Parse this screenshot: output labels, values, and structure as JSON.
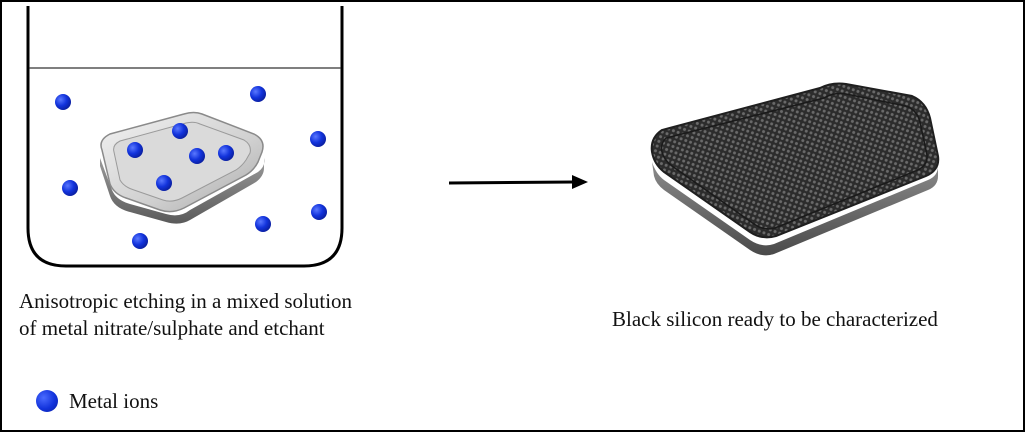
{
  "captions": {
    "left_line1": "Anisotropic etching in a mixed solution",
    "left_line2": "of metal nitrate/sulphate and etchant",
    "right": "Black silicon ready to be characterized"
  },
  "legend": {
    "label": "Metal ions",
    "marker_color": "#1233dc"
  },
  "colors": {
    "ion": "#1233dc",
    "wafer_gray": "#b8b8b8",
    "black_silicon": "#3a3a3a",
    "arrow": "#000000"
  }
}
